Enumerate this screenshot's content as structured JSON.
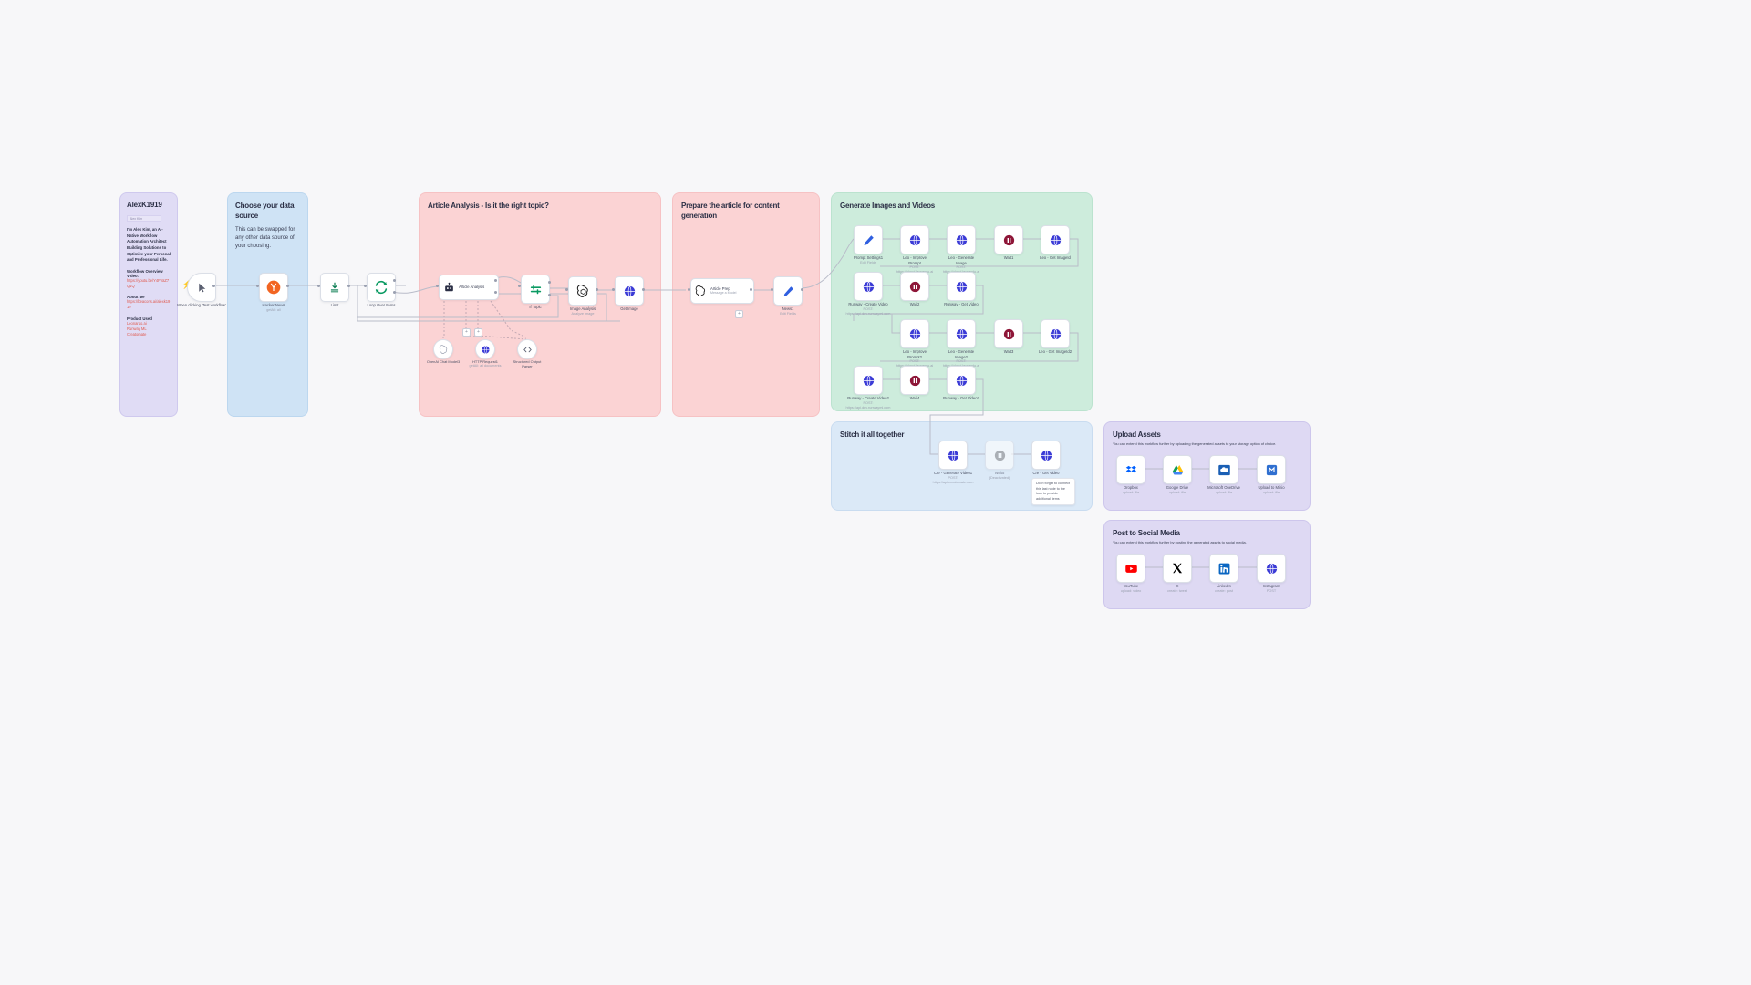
{
  "canvas": {
    "background": "#f7f7f9",
    "app": "n8n-workflow-canvas"
  },
  "sticky_notes": [
    {
      "id": "profile",
      "title": "AlexK1919",
      "color": "#e0dcf5",
      "image_alt": "Alex Kim",
      "bio": "I'm Alex Kim, an AI-Native Workflow Automation Architect Building Solutions to Optimize your Personal and Professional Life.",
      "sections": [
        {
          "heading": "Workflow Overview Video:",
          "links": [
            "https://youtu.be/Y4FVaZ7Q1Q"
          ]
        },
        {
          "heading": "About Me",
          "links": [
            "https://beacons.ai/alexk1919"
          ]
        },
        {
          "heading": "Product Used",
          "links": [
            "Leonardo.ai",
            "Runway ML",
            "Creatomate"
          ]
        }
      ]
    },
    {
      "id": "data-source",
      "title": "Choose your data source",
      "body": "This can be swapped for any other data source of your choosing.",
      "color": "#cfe3f5"
    },
    {
      "id": "article-analysis",
      "title": "Article Analysis - Is it the right topic?",
      "body": "",
      "color": "#fbd3d4"
    },
    {
      "id": "prepare-article",
      "title": "Prepare the article for content generation",
      "body": "",
      "color": "#fbd3d4"
    },
    {
      "id": "generate-media",
      "title": "Generate Images and Videos",
      "body": "",
      "color": "#cdecdc"
    },
    {
      "id": "stitch",
      "title": "Stitch it all together",
      "body": "",
      "color": "#dbe9f7"
    },
    {
      "id": "upload-assets",
      "title": "Upload Assets",
      "body": "You can extend this workflow further by uploading the generated assets to your storage option of choice.",
      "color": "#ded9f3"
    },
    {
      "id": "post-social",
      "title": "Post to Social Media",
      "body": "You can extend this workflow further by posting the generated assets to social media.",
      "color": "#ded9f3"
    }
  ],
  "inline_tip": "Don't forget to connect this last node to the loop to provide additional items",
  "nodes": {
    "trigger": {
      "label": "When clicking 'Test workflow'",
      "icon": "cursor-icon"
    },
    "hacker_news": {
      "label": "Hacker News",
      "sub": "getAll: all",
      "icon": "hackernews-icon"
    },
    "limit": {
      "label": "Limit",
      "icon": "limit-icon"
    },
    "loop": {
      "label": "Loop Over Items",
      "icon": "loop-icon"
    },
    "article_analysis": {
      "label": "Article Analysis",
      "icon": "agent-icon"
    },
    "if_topic": {
      "label": "If Topic",
      "icon": "filter-icon"
    },
    "image_analysis": {
      "label": "Image Analysis",
      "sub": "Analyze image",
      "icon": "openai-icon"
    },
    "get_image": {
      "label": "Get Image",
      "icon": "globe-icon"
    },
    "article_prep": {
      "label": "Article Prep",
      "sub": "Message a Model",
      "icon": "openai-icon"
    },
    "news1": {
      "label": "News1",
      "sub": "Edit Fields",
      "icon": "edit-icon"
    },
    "openai_chat_model3": {
      "label": "OpenAI Chat Model3",
      "icon": "openai-icon"
    },
    "http_request1": {
      "label": "HTTP Request1",
      "sub": "getAll: all documents",
      "icon": "globe-icon"
    },
    "structured_output_parser": {
      "label": "Structured Output Parser",
      "icon": "code-icon"
    },
    "prompt_settings1": {
      "label": "Prompt Settings1",
      "sub": "Edit Fields",
      "icon": "edit-icon"
    }
  },
  "generate_rows": [
    {
      "row": 1,
      "nodes": [
        {
          "label": "Leo - Improve Prompt",
          "sub": "POST: https://cloud.leonardo.ai",
          "icon": "globe-icon"
        },
        {
          "label": "Leo - Generate Image",
          "sub": "POST: https://cloud.leonardo.ai",
          "icon": "globe-icon"
        },
        {
          "label": "Wait1",
          "sub": "",
          "icon": "wait-icon"
        },
        {
          "label": "Leo - Get ImageId",
          "sub": "",
          "icon": "globe-icon"
        }
      ]
    },
    {
      "row": 2,
      "nodes": [
        {
          "label": "Runway - Create Video",
          "sub": "POST: https://api.dev.runwayml.com",
          "icon": "globe-icon"
        },
        {
          "label": "Wait2",
          "sub": "",
          "icon": "wait-icon"
        },
        {
          "label": "Runway - Get Video",
          "sub": "",
          "icon": "globe-icon"
        }
      ]
    },
    {
      "row": 3,
      "nodes": [
        {
          "label": "Leo - Improve Prompt2",
          "sub": "POST: https://cloud.leonardo.ai",
          "icon": "globe-icon"
        },
        {
          "label": "Leo - Generate Image2",
          "sub": "POST: https://cloud.leonardo.ai",
          "icon": "globe-icon"
        },
        {
          "label": "Wait3",
          "sub": "",
          "icon": "wait-icon"
        },
        {
          "label": "Leo - Get ImageId2",
          "sub": "",
          "icon": "globe-icon"
        }
      ]
    },
    {
      "row": 4,
      "nodes": [
        {
          "label": "Runway - Create Video2",
          "sub": "POST: https://api.dev.runwayml.com",
          "icon": "globe-icon"
        },
        {
          "label": "Wait4",
          "sub": "",
          "icon": "wait-icon"
        },
        {
          "label": "Runway - Get Video2",
          "sub": "",
          "icon": "globe-icon"
        }
      ]
    }
  ],
  "stitch_nodes": [
    {
      "label": "Cre - Generate Video1",
      "sub": "POST: https://api.creatomate.com",
      "icon": "globe-icon"
    },
    {
      "label": "Wait5",
      "sub": "(Deactivated)",
      "icon": "wait-icon",
      "deactivated": true
    },
    {
      "label": "Cre - Get Video",
      "sub": "",
      "icon": "globe-icon"
    }
  ],
  "upload_nodes": [
    {
      "label": "Dropbox",
      "sub": "upload: file",
      "icon": "dropbox-icon"
    },
    {
      "label": "Google Drive",
      "sub": "upload: file",
      "icon": "googledrive-icon"
    },
    {
      "label": "Microsoft OneDrive",
      "sub": "upload: file",
      "icon": "onedrive-icon"
    },
    {
      "label": "Upload to Minio",
      "sub": "upload: file",
      "icon": "minio-icon"
    }
  ],
  "social_nodes": [
    {
      "label": "YouTube",
      "sub": "upload: video",
      "icon": "youtube-icon"
    },
    {
      "label": "X",
      "sub": "create: tweet",
      "icon": "x-icon"
    },
    {
      "label": "LinkedIn",
      "sub": "create: post",
      "icon": "linkedin-icon"
    },
    {
      "label": "Instagram",
      "sub": "POST",
      "icon": "globe-icon"
    }
  ]
}
